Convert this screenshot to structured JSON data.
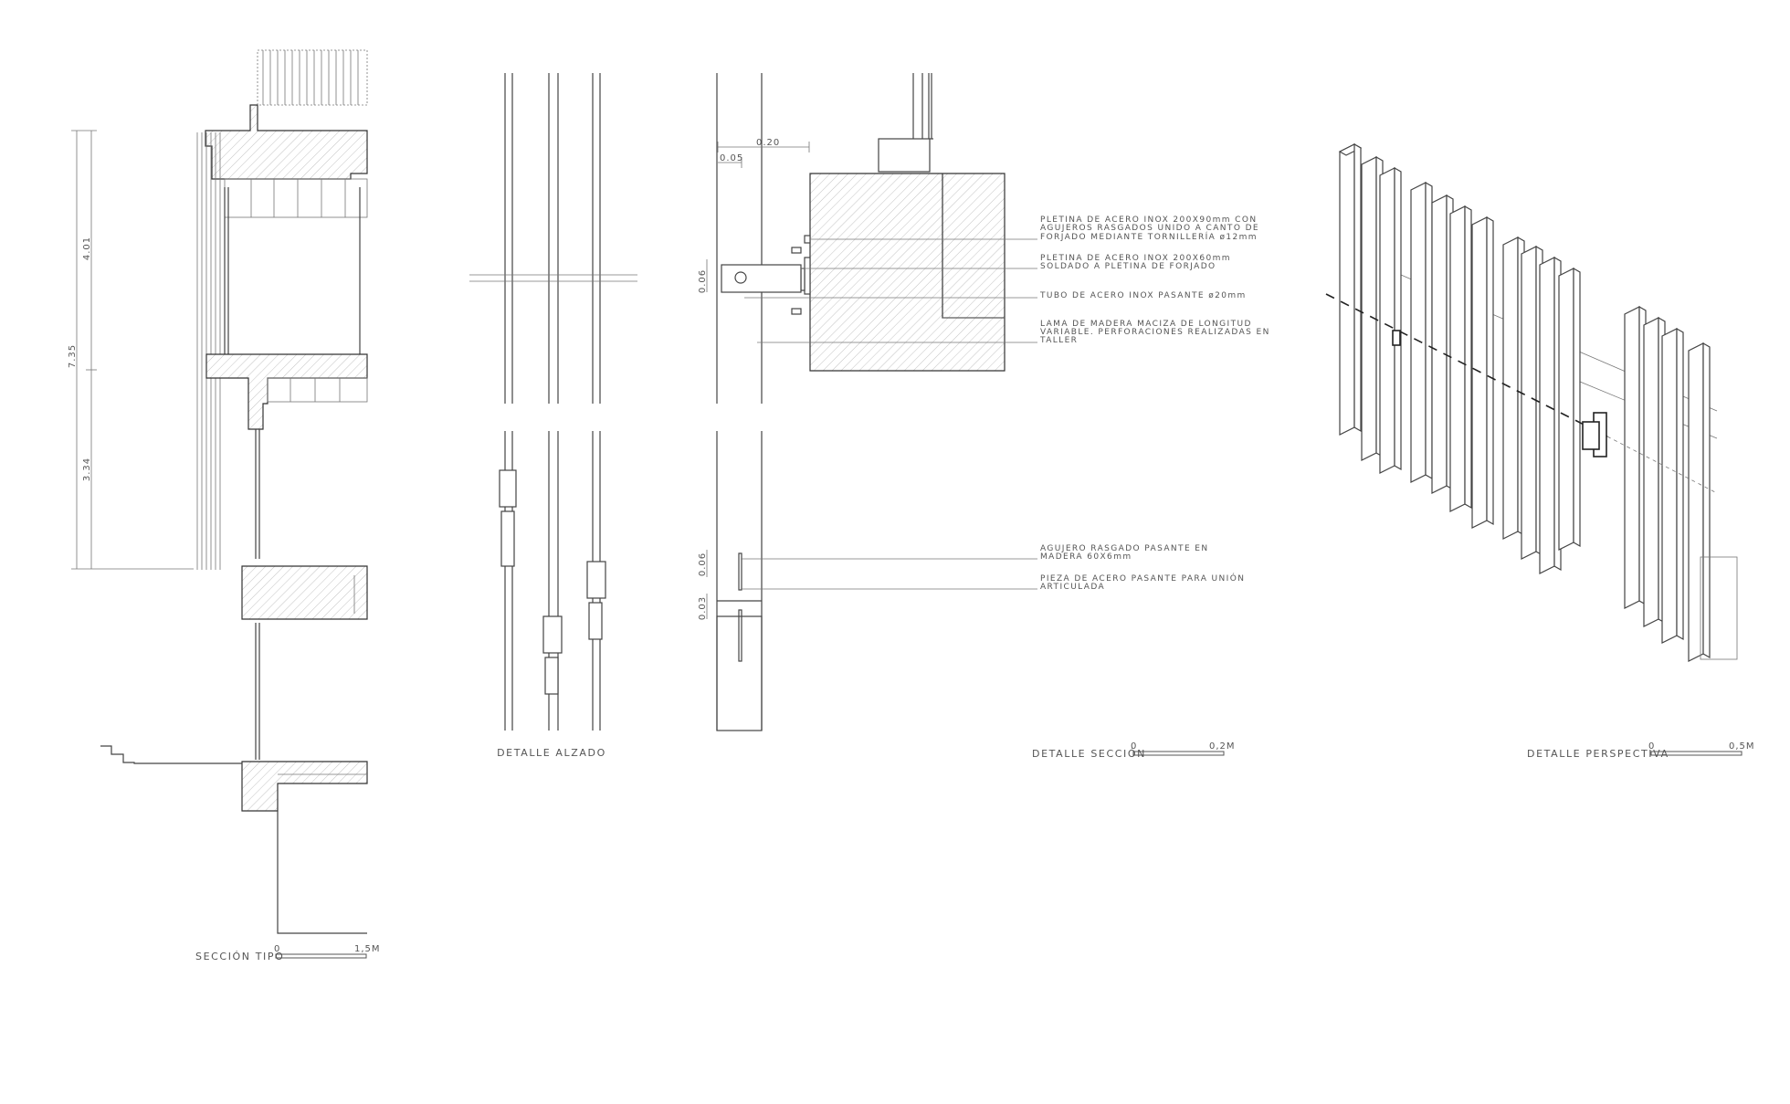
{
  "section_tipo": {
    "title": "SECCIÓN TIPO",
    "dims": [
      "7.35",
      "4.01",
      "3.34"
    ],
    "scale": {
      "start": "0",
      "end": "1,5M"
    }
  },
  "detalle_alzado": {
    "title": "DETALLE ALZADO"
  },
  "detalle_seccion": {
    "title": "DETALLE SECCIÓN",
    "dims": [
      "0.20",
      "0.05",
      "0.06",
      "0.06",
      "0.03"
    ],
    "scale": {
      "start": "0",
      "end": "0,2M"
    },
    "notes": [
      {
        "lines": [
          "PLETINA DE ACERO INOX 200X90mm CON",
          "AGUJEROS RASGADOS UNIDO A CANTO DE",
          "FORJADO MEDIANTE TORNILLERÍA ø12mm"
        ]
      },
      {
        "lines": [
          "PLETINA DE ACERO INOX 200X60mm",
          "SOLDADO A PLETINA DE FORJADO"
        ]
      },
      {
        "lines": [
          "TUBO DE ACERO INOX PASANTE ø20mm"
        ]
      },
      {
        "lines": [
          "LAMA DE MADERA MACIZA DE LONGITUD",
          "VARIABLE. PERFORACIONES REALIZADAS EN",
          "TALLER"
        ]
      },
      {
        "lines": [
          "AGUJERO RASGADO PASANTE EN",
          "MADERA 60X6mm"
        ]
      },
      {
        "lines": [
          "PIEZA DE ACERO PASANTE PARA UNIÓN",
          "ARTICULADA"
        ]
      }
    ]
  },
  "detalle_perspectiva": {
    "title": "DETALLE PERSPECTIVA",
    "scale": {
      "start": "0",
      "end": "0,5M"
    }
  }
}
